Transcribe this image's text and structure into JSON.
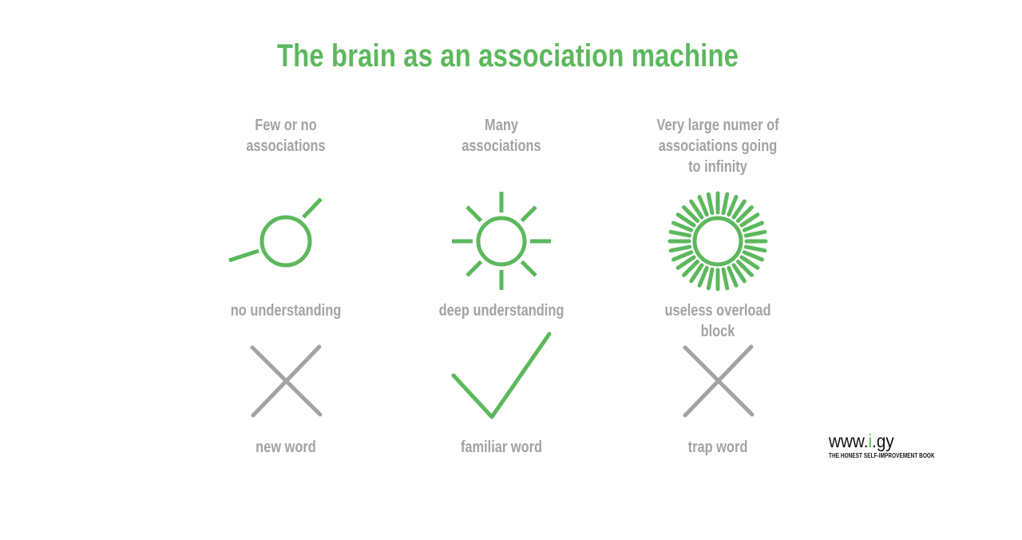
{
  "title": "The brain as an association machine",
  "colors": {
    "accent": "#5cb85c",
    "muted": "#a3a3a3",
    "brand_text": "#111111"
  },
  "columns": [
    {
      "heading": "Few or no\nassociations",
      "association_icon": "circle-with-two-rays-icon",
      "understanding": "no understanding",
      "mark_icon": "cross-icon",
      "word": "new word"
    },
    {
      "heading": "Many\nassociations",
      "association_icon": "sun-with-eight-rays-icon",
      "understanding": "deep understanding",
      "mark_icon": "checkmark-icon",
      "word": "familiar word"
    },
    {
      "heading": "Very large numer of\nassociations going\nto infinity",
      "association_icon": "sun-with-dense-rays-icon",
      "understanding": "useless overload\nblock",
      "mark_icon": "cross-icon",
      "word": "trap word"
    }
  ],
  "brand": {
    "prefix": "www.",
    "accent": "i",
    "suffix": ".gy",
    "tagline": "THE HONEST SELF-IMPROVEMENT BOOK"
  }
}
